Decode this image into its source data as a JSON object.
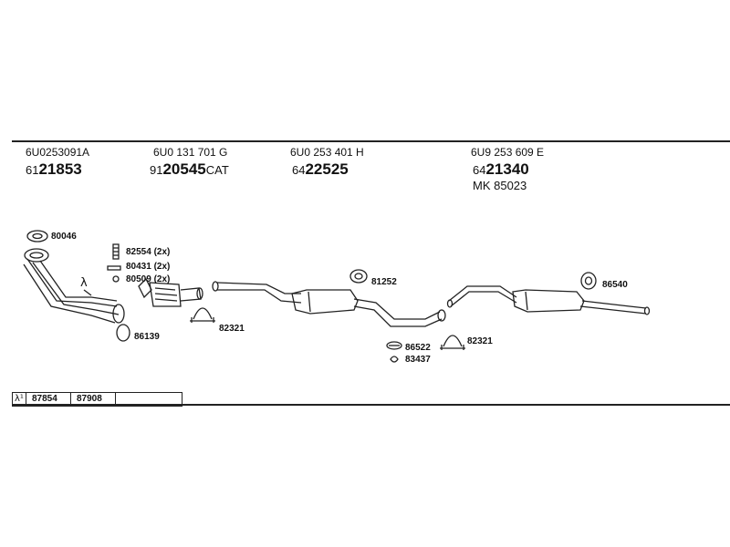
{
  "columns": [
    {
      "oem": "6U0253091A",
      "prefix": "61",
      "number": "21853",
      "suffix": ""
    },
    {
      "oem": "6U0 131 701 G",
      "prefix": "91",
      "number": "20545",
      "suffix": "CAT"
    },
    {
      "oem": "6U0 253 401 H",
      "prefix": "64",
      "number": "22525",
      "suffix": ""
    },
    {
      "oem": "6U9 253 609 E",
      "prefix": "64",
      "number": "21340",
      "suffix": ""
    }
  ],
  "mk": "MK 85023",
  "parts": {
    "p1": "80046",
    "p2": "82554 (2x)",
    "p3": "80431 (2x)",
    "p4": "80509 (2x)",
    "p5": "86139",
    "p6": "82321",
    "p7": "81252",
    "p8": "86522",
    "p9": "83437",
    "p10": "82321",
    "p11": "86540"
  },
  "lambda_symbol": "λ",
  "legend": {
    "symbol": "λ¹",
    "code1": "87854",
    "code2": "87908"
  }
}
